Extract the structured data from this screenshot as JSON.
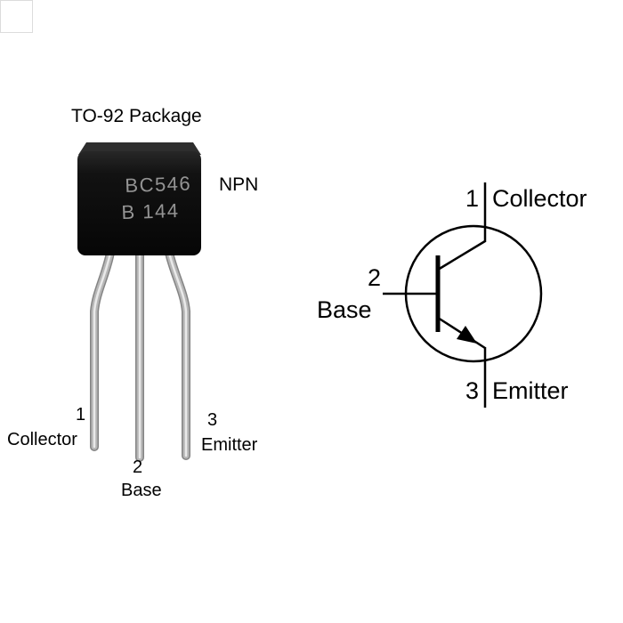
{
  "photo": {
    "title": "TO-92 Package",
    "type_label": "NPN",
    "marking_line1": "BC546",
    "marking_line2": "B 144",
    "pins": [
      {
        "num": "1",
        "name": "Collector"
      },
      {
        "num": "2",
        "name": "Base"
      },
      {
        "num": "3",
        "name": "Emitter"
      }
    ]
  },
  "schematic": {
    "pins": [
      {
        "num": "1",
        "name": "Collector"
      },
      {
        "num": "2",
        "name": "Base"
      },
      {
        "num": "3",
        "name": "Emitter"
      }
    ]
  },
  "colors": {
    "background": "#ffffff",
    "body": "#111111",
    "body_top": "#2e2e2e",
    "marking": "#949494",
    "lead_dark": "#848484",
    "lead_mid": "#b6b6b6",
    "lead_light": "#e9e9e9",
    "line": "#000000",
    "text": "#000000",
    "corner_border": "#dcdcdc"
  }
}
